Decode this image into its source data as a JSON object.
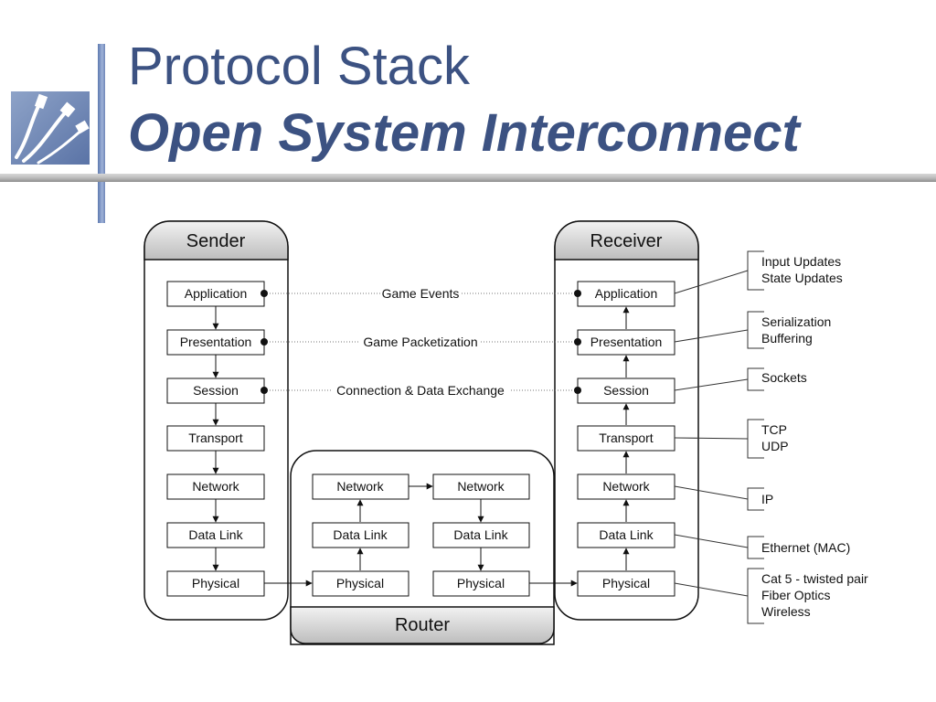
{
  "title": {
    "line1": "Protocol Stack",
    "line2": "Open System Interconnect"
  },
  "logo_icon": "cable-plugs-icon",
  "groups": {
    "sender": "Sender",
    "receiver": "Receiver",
    "router": "Router"
  },
  "sender_layers": [
    "Application",
    "Presentation",
    "Session",
    "Transport",
    "Network",
    "Data Link",
    "Physical"
  ],
  "receiver_layers": [
    "Application",
    "Presentation",
    "Session",
    "Transport",
    "Network",
    "Data Link",
    "Physical"
  ],
  "router_left_layers": [
    "Network",
    "Data Link",
    "Physical"
  ],
  "router_right_layers": [
    "Network",
    "Data Link",
    "Physical"
  ],
  "peer_links": [
    "Game Events",
    "Game Packetization",
    "Connection & Data Exchange"
  ],
  "annotations": [
    [
      "Input Updates",
      "State Updates"
    ],
    [
      "Serialization",
      "Buffering"
    ],
    [
      "Sockets"
    ],
    [
      "TCP",
      "UDP"
    ],
    [
      "IP"
    ],
    [
      "Ethernet (MAC)"
    ],
    [
      "Cat 5 - twisted pair",
      "Fiber Optics",
      "Wireless"
    ]
  ],
  "colors": {
    "title": "#3c5282",
    "group_header_gradient": [
      "#f2f2f2",
      "#bdbdbd"
    ]
  }
}
